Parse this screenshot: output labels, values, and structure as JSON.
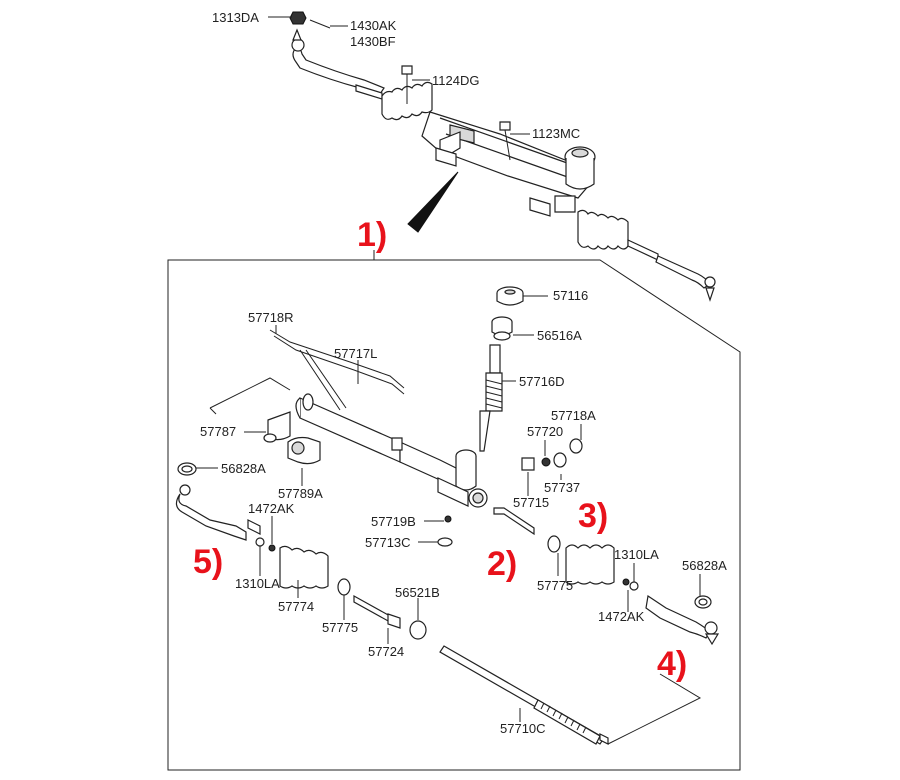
{
  "callouts": {
    "c1": "1)",
    "c2": "2)",
    "c3": "3)",
    "c4": "4)",
    "c5": "5)"
  },
  "labels": {
    "p1313DA": "1313DA",
    "p1430AK": "1430AK",
    "p1430BF": "1430BF",
    "p1124DG": "1124DG",
    "p1123MC": "1123MC",
    "p57116": "57116",
    "p56516A": "56516A",
    "p57718R": "57718R",
    "p57717L": "57717L",
    "p57716D": "57716D",
    "p57718A": "57718A",
    "p57720": "57720",
    "p57787": "57787",
    "p57737": "57737",
    "p56828A_left": "56828A",
    "p57715": "57715",
    "p57789A": "57789A",
    "p1472AK_left": "1472AK",
    "p57719B": "57719B",
    "p57713C": "57713C",
    "p1310LA_right": "1310LA",
    "p56828A_right": "56828A",
    "p1310LA_left": "1310LA",
    "p57775_right": "57775",
    "p56521B": "56521B",
    "p1472AK_right": "1472AK",
    "p57774": "57774",
    "p57775_left": "57775",
    "p57724": "57724",
    "p57710C": "57710C"
  },
  "colors": {
    "callout": "#e8121b",
    "line": "#222222"
  }
}
